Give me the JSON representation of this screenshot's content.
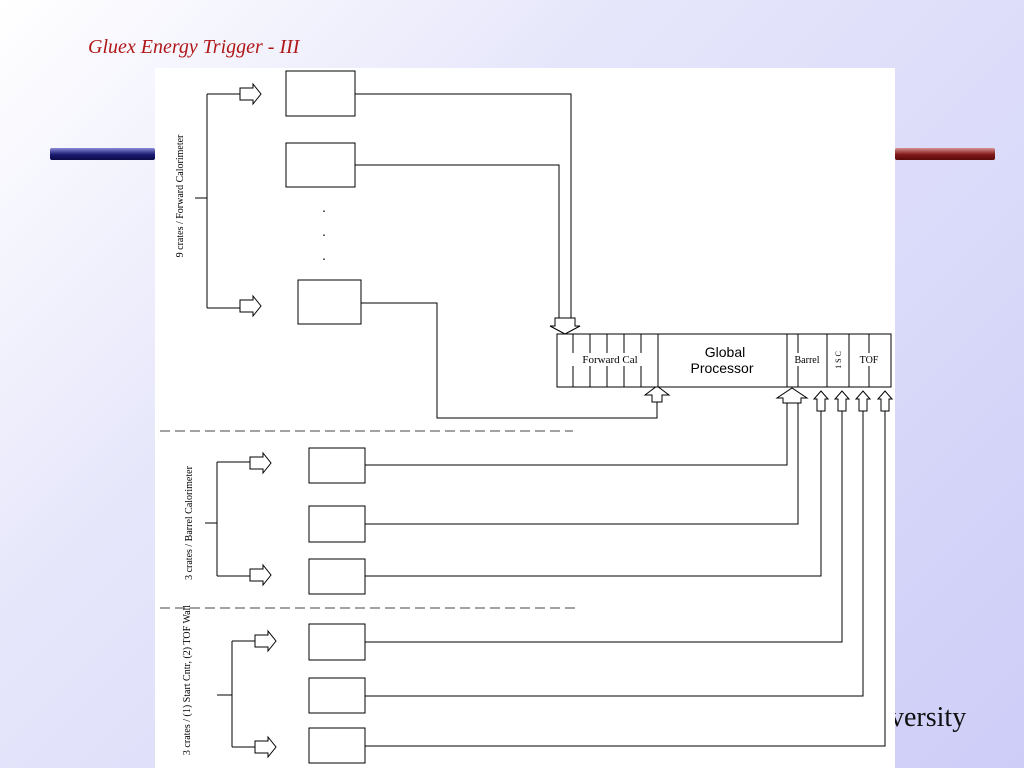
{
  "slide": {
    "title": "Gluex Energy Trigger - III",
    "footer_fragment": "versity"
  },
  "diagram": {
    "groups": {
      "forward": "9 crates / Forward Calorimeter",
      "barrel": "3 crates / Barrel Calorimeter",
      "tof": "3 crates / (1) Start Cntr, (2) TOF Wall"
    },
    "ellipsis": ".",
    "processor": {
      "forward_label": "Forward Cal",
      "global_line1": "Global",
      "global_line2": "Processor",
      "barrel_label": "Barrel",
      "start_label": "1 S C",
      "tof_label": "TOF"
    }
  },
  "colors": {
    "title": "#b01818",
    "line": "#000000",
    "dashed": "#444444"
  }
}
